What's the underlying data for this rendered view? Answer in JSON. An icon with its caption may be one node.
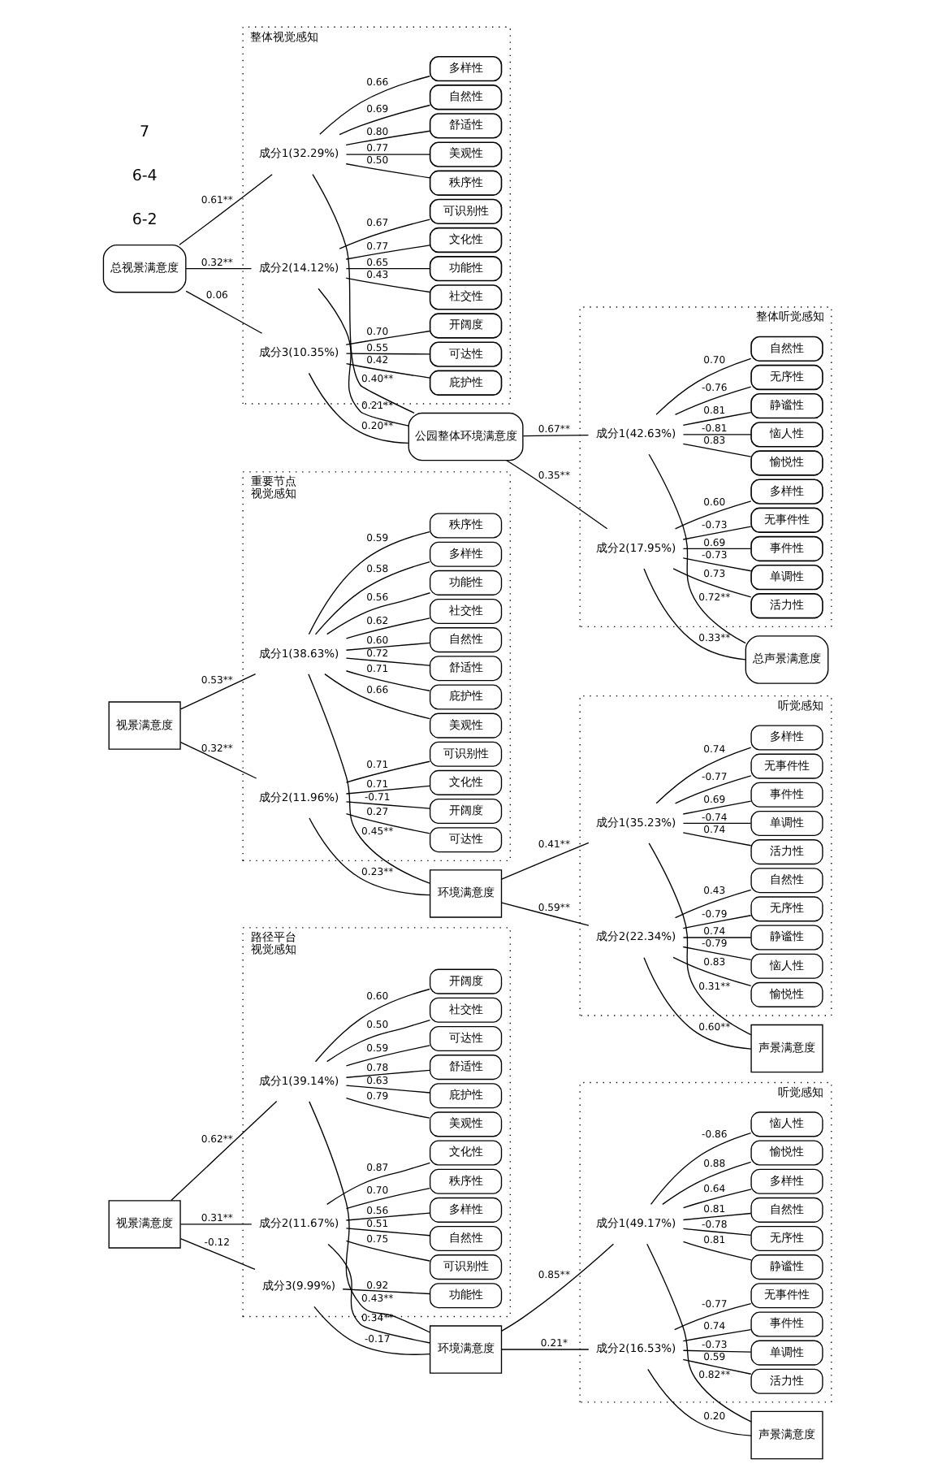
{
  "diagram": {
    "nodes": [
      {
        "text": [
          "视景满意度"
        ]
      },
      {
        "text": [
          "路径平台",
          "视觉感知"
        ]
      },
      {
        "text": [
          "成分1(39.14%)"
        ],
        "in": 1
      },
      {
        "text": [
          "美观性"
        ],
        "in": 1
      },
      {
        "text": [
          "庇护性"
        ],
        "in": 1
      },
      {
        "text": [
          "舒适性"
        ],
        "in": 1
      },
      {
        "text": [
          "可达性"
        ],
        "in": 1
      },
      {
        "text": [
          "社交性"
        ],
        "in": 1
      },
      {
        "text": [
          "开阔度"
        ],
        "in": 1
      },
      {
        "text": [
          "成分2(11.67%)"
        ],
        "in": 1
      },
      {
        "text": [
          "自然性"
        ],
        "in": 1
      },
      {
        "text": [
          "多样性"
        ],
        "in": 1
      },
      {
        "text": [
          "秩序性"
        ],
        "in": 1
      },
      {
        "text": [
          "文化性"
        ],
        "in": 1
      },
      {
        "text": [
          "可识别性"
        ],
        "in": 1
      },
      {
        "text": [
          "成分3(9.99%)"
        ],
        "in": 1
      },
      {
        "text": [
          "功能性"
        ],
        "in": 1
      },
      {
        "text": [
          "环境满意度"
        ]
      },
      {
        "text": [
          "听觉感知"
        ]
      },
      {
        "text": [
          "成分1(49.17%)"
        ],
        "in": 18
      },
      {
        "text": [
          "愉悦性"
        ],
        "in": 18
      },
      {
        "text": [
          "恼人性"
        ],
        "in": 18
      },
      {
        "text": [
          "静谧性"
        ],
        "in": 18
      },
      {
        "text": [
          "无序性"
        ],
        "in": 18
      },
      {
        "text": [
          "自然性"
        ],
        "in": 18
      },
      {
        "text": [
          "多样性"
        ],
        "in": 18
      },
      {
        "text": [
          "成分2(16.53%)"
        ],
        "in": 18
      },
      {
        "text": [
          "活力性"
        ],
        "in": 18
      },
      {
        "text": [
          "单调性"
        ],
        "in": 18
      },
      {
        "text": [
          "事件性"
        ],
        "in": 18
      },
      {
        "text": [
          "无事件性"
        ],
        "in": 18
      },
      {
        "text": [
          "声景满意度"
        ]
      },
      {
        "text": [
          "视景满意度"
        ]
      },
      {
        "text": [
          "重要节点",
          "视觉感知"
        ]
      },
      {
        "text": [
          "成分1(38.63%)"
        ],
        "in": 33
      },
      {
        "text": [
          "美观性"
        ],
        "in": 33
      },
      {
        "text": [
          "庇护性"
        ],
        "in": 33
      },
      {
        "text": [
          "舒适性"
        ],
        "in": 33
      },
      {
        "text": [
          "自然性"
        ],
        "in": 33
      },
      {
        "text": [
          "社交性"
        ],
        "in": 33
      },
      {
        "text": [
          "功能性"
        ],
        "in": 33
      },
      {
        "text": [
          "多样性"
        ],
        "in": 33
      },
      {
        "text": [
          "秩序性"
        ],
        "in": 33
      },
      {
        "text": [
          "成分2(11.96%)"
        ],
        "in": 33
      },
      {
        "text": [
          "可达性"
        ],
        "in": 33
      },
      {
        "text": [
          "开阔度"
        ],
        "in": 33
      },
      {
        "text": [
          "文化性"
        ],
        "in": 33
      },
      {
        "text": [
          "可识别性"
        ],
        "in": 33
      },
      {
        "text": [
          "环境满意度"
        ]
      },
      {
        "text": [
          "听觉感知"
        ]
      },
      {
        "text": [
          "成分1(35.23%)"
        ],
        "in": 49
      },
      {
        "text": [
          "活力性"
        ],
        "in": 49
      },
      {
        "text": [
          "单调性"
        ],
        "in": 49
      },
      {
        "text": [
          "事件性"
        ],
        "in": 49
      },
      {
        "text": [
          "无事件性"
        ],
        "in": 49
      },
      {
        "text": [
          "多样性"
        ],
        "in": 49
      },
      {
        "text": [
          "成分2(22.34%)"
        ],
        "in": 49
      },
      {
        "text": [
          "愉悦性"
        ],
        "in": 49
      },
      {
        "text": [
          "恼人性"
        ],
        "in": 49
      },
      {
        "text": [
          "静谧性"
        ],
        "in": 49
      },
      {
        "text": [
          "无序性"
        ],
        "in": 49
      },
      {
        "text": [
          "自然性"
        ],
        "in": 49
      },
      {
        "text": [
          "声景满意度"
        ]
      },
      {
        "text": [
          "总视景满意度"
        ]
      },
      {
        "text": [
          "整体视觉感知"
        ]
      },
      {
        "text": [
          "成分1(32.29%)"
        ],
        "in": 64
      },
      {
        "text": [
          "美观性"
        ],
        "in": 64
      },
      {
        "text": [
          "舒适性"
        ],
        "in": 64
      },
      {
        "text": [
          "自然性"
        ],
        "in": 64
      },
      {
        "text": [
          "多样性"
        ],
        "in": 64
      },
      {
        "text": [
          "秩序性"
        ],
        "in": 64
      },
      {
        "text": [
          "成分2(14.12%)"
        ],
        "in": 64
      },
      {
        "text": [
          "社交性"
        ],
        "in": 64
      },
      {
        "text": [
          "功能性"
        ],
        "in": 64
      },
      {
        "text": [
          "文化性"
        ],
        "in": 64
      },
      {
        "text": [
          "可识别性"
        ],
        "in": 64
      },
      {
        "text": [
          "成分3(10.35%)"
        ],
        "in": 64
      },
      {
        "text": [
          "庇护性"
        ],
        "in": 64
      },
      {
        "text": [
          "可达性"
        ],
        "in": 64
      },
      {
        "text": [
          "开阔度"
        ],
        "in": 64
      },
      {
        "text": [
          "公园整体环境满意度"
        ]
      },
      {
        "text": [
          "整体听觉感知"
        ]
      },
      {
        "text": [
          "成分1(42.63%)"
        ],
        "in": 81
      },
      {
        "text": [
          "愉悦性"
        ],
        "in": 81
      },
      {
        "text": [
          "恼人性"
        ],
        "in": 81
      },
      {
        "text": [
          "静谧性"
        ],
        "in": 81
      },
      {
        "text": [
          "无序性"
        ],
        "in": 81
      },
      {
        "text": [
          "自然性"
        ],
        "in": 81
      },
      {
        "text": [
          "成分2(17.95%)"
        ],
        "in": 81
      },
      {
        "text": [
          "活力性"
        ],
        "in": 81
      },
      {
        "text": [
          "单调性"
        ],
        "in": 81
      },
      {
        "text": [
          "事件性"
        ],
        "in": 81
      },
      {
        "text": [
          "无事件性"
        ],
        "in": 81
      },
      {
        "text": [
          "多样性"
        ],
        "in": 81
      },
      {
        "text": [
          "总声景满意度"
        ]
      }
    ],
    "edges": [
      {
        "from": 0,
        "to": 2,
        "arrow": "none",
        "label": "0.62**"
      },
      {
        "from": 0,
        "to": 9,
        "arrow": "none",
        "label": "0.31**"
      },
      {
        "from": 0,
        "to": 15,
        "arrow": "none",
        "label": "-0.12"
      },
      {
        "from": 2,
        "to": 3,
        "arrow": "none",
        "label": "0.79"
      },
      {
        "from": 2,
        "to": 4,
        "arrow": "none",
        "label": "0.63"
      },
      {
        "from": 2,
        "to": 5,
        "arrow": "none",
        "label": "0.78"
      },
      {
        "from": 2,
        "to": 6,
        "arrow": "none",
        "label": "0.59"
      },
      {
        "from": 2,
        "to": 7,
        "arrow": "none",
        "label": "0.50"
      },
      {
        "from": 2,
        "to": 8,
        "arrow": "none",
        "label": "0.60"
      },
      {
        "from": 9,
        "to": 10,
        "arrow": "none",
        "label": "0.51"
      },
      {
        "from": 9,
        "to": 11,
        "arrow": "none",
        "label": "0.56"
      },
      {
        "from": 9,
        "to": 12,
        "arrow": "none",
        "label": "0.70"
      },
      {
        "from": 9,
        "to": 13,
        "arrow": "none",
        "label": "0.87"
      },
      {
        "from": 9,
        "to": 14,
        "arrow": "none",
        "label": "0.75"
      },
      {
        "from": 15,
        "to": 16,
        "arrow": "none",
        "label": "0.92"
      },
      {
        "from": 2,
        "to": 17,
        "arrow": "none",
        "label": "0.43**"
      },
      {
        "from": 9,
        "to": 17,
        "arrow": "none",
        "label": "0.34**"
      },
      {
        "from": 15,
        "to": 17,
        "arrow": "none",
        "label": "-0.17"
      },
      {
        "from": 17,
        "to": 19,
        "arrow": "none",
        "label": "0.85**"
      },
      {
        "from": 17,
        "to": 26,
        "arrow": "none",
        "label": "0.21*"
      },
      {
        "from": 19,
        "to": 20,
        "arrow": "none",
        "label": "0.88"
      },
      {
        "from": 19,
        "to": 21,
        "arrow": "none",
        "label": "-0.86"
      },
      {
        "from": 19,
        "to": 22,
        "arrow": "none",
        "label": "0.81"
      },
      {
        "from": 19,
        "to": 23,
        "arrow": "none",
        "label": "-0.78"
      },
      {
        "from": 19,
        "to": 24,
        "arrow": "none",
        "label": "0.81"
      },
      {
        "from": 19,
        "to": 25,
        "arrow": "none",
        "label": "0.64"
      },
      {
        "from": 26,
        "to": 27,
        "arrow": "none",
        "label": "0.59"
      },
      {
        "from": 26,
        "to": 28,
        "arrow": "none",
        "label": "-0.73"
      },
      {
        "from": 26,
        "to": 29,
        "arrow": "none",
        "label": "0.74"
      },
      {
        "from": 26,
        "to": 30,
        "arrow": "none",
        "label": "-0.77"
      },
      {
        "from": 19,
        "to": 31,
        "arrow": "none",
        "label": "0.82**"
      },
      {
        "from": 26,
        "to": 31,
        "arrow": "none",
        "label": "0.20"
      },
      {
        "from": 32,
        "to": 34,
        "arrow": "none",
        "label": "0.53**"
      },
      {
        "from": 32,
        "to": 43,
        "arrow": "none",
        "label": "0.32**"
      },
      {
        "from": 34,
        "to": 35,
        "arrow": "none",
        "label": "0.66"
      },
      {
        "from": 34,
        "to": 36,
        "arrow": "none",
        "label": "0.71"
      },
      {
        "from": 34,
        "to": 37,
        "arrow": "none",
        "label": "0.72"
      },
      {
        "from": 34,
        "to": 38,
        "arrow": "none",
        "label": "0.60"
      },
      {
        "from": 34,
        "to": 39,
        "arrow": "none",
        "label": "0.62"
      },
      {
        "from": 34,
        "to": 40,
        "arrow": "none",
        "label": "0.56"
      },
      {
        "from": 34,
        "to": 41,
        "arrow": "none",
        "label": "0.58"
      },
      {
        "from": 34,
        "to": 42,
        "arrow": "none",
        "label": "0.59"
      },
      {
        "from": 43,
        "to": 44,
        "arrow": "none",
        "label": "0.27"
      },
      {
        "from": 43,
        "to": 45,
        "arrow": "none",
        "label": "-0.71"
      },
      {
        "from": 43,
        "to": 46,
        "arrow": "none",
        "label": "0.71"
      },
      {
        "from": 43,
        "to": 47,
        "arrow": "none",
        "label": "0.71"
      },
      {
        "from": 34,
        "to": 48,
        "arrow": "none",
        "label": "0.45**"
      },
      {
        "from": 43,
        "to": 48,
        "arrow": "none",
        "label": "0.23**"
      },
      {
        "from": 48,
        "to": 50,
        "arrow": "none",
        "label": "0.41**"
      },
      {
        "from": 48,
        "to": 56,
        "arrow": "none",
        "label": "0.59**"
      },
      {
        "from": 50,
        "to": 51,
        "arrow": "none",
        "label": "0.74"
      },
      {
        "from": 50,
        "to": 52,
        "arrow": "none",
        "label": "-0.74"
      },
      {
        "from": 50,
        "to": 53,
        "arrow": "none",
        "label": "0.69"
      },
      {
        "from": 50,
        "to": 54,
        "arrow": "none",
        "label": "-0.77"
      },
      {
        "from": 50,
        "to": 55,
        "arrow": "none",
        "label": "0.74"
      },
      {
        "from": 56,
        "to": 57,
        "arrow": "none",
        "label": "0.83"
      },
      {
        "from": 56,
        "to": 58,
        "arrow": "none",
        "label": "-0.79"
      },
      {
        "from": 56,
        "to": 59,
        "arrow": "none",
        "label": "0.74"
      },
      {
        "from": 56,
        "to": 60,
        "arrow": "none",
        "label": "-0.79"
      },
      {
        "from": 56,
        "to": 61,
        "arrow": "none",
        "label": "0.43"
      },
      {
        "from": 50,
        "to": 62,
        "arrow": "none",
        "label": "0.31**"
      },
      {
        "from": 56,
        "to": 62,
        "arrow": "none",
        "label": "0.60**"
      },
      {
        "from": 63,
        "to": 65,
        "arrow": "none",
        "label": "0.61**"
      },
      {
        "from": 63,
        "to": 71,
        "arrow": "none",
        "label": "0.32**"
      },
      {
        "from": 63,
        "to": 76,
        "arrow": "none",
        "label": "0.06"
      },
      {
        "from": 65,
        "to": 66,
        "arrow": "none",
        "label": "0.77"
      },
      {
        "from": 65,
        "to": 67,
        "arrow": "none",
        "label": "0.80"
      },
      {
        "from": 65,
        "to": 68,
        "arrow": "none",
        "label": "0.69"
      },
      {
        "from": 65,
        "to": 69,
        "arrow": "none",
        "label": "0.66"
      },
      {
        "from": 65,
        "to": 70,
        "arrow": "none",
        "label": "0.50"
      },
      {
        "from": 71,
        "to": 72,
        "arrow": "none",
        "label": "0.43"
      },
      {
        "from": 71,
        "to": 73,
        "arrow": "none",
        "label": "0.65"
      },
      {
        "from": 71,
        "to": 74,
        "arrow": "none",
        "label": "0.77"
      },
      {
        "from": 71,
        "to": 75,
        "arrow": "none",
        "label": "0.67"
      },
      {
        "from": 76,
        "to": 77,
        "arrow": "none",
        "label": "0.42"
      },
      {
        "from": 76,
        "to": 78,
        "arrow": "none",
        "label": "0.55"
      },
      {
        "from": 76,
        "to": 79,
        "arrow": "none",
        "label": "0.70"
      },
      {
        "from": 65,
        "to": 80,
        "arrow": "none",
        "label": "0.40**"
      },
      {
        "from": 71,
        "to": 80,
        "arrow": "none",
        "label": "0.21**"
      },
      {
        "from": 76,
        "to": 80,
        "arrow": "none",
        "label": "0.20**"
      },
      {
        "from": 80,
        "to": 82,
        "arrow": "none",
        "label": "0.67**"
      },
      {
        "from": 80,
        "to": 88,
        "arrow": "none",
        "label": "0.35**"
      },
      {
        "from": 82,
        "to": 83,
        "arrow": "none",
        "label": "0.83"
      },
      {
        "from": 82,
        "to": 84,
        "arrow": "none",
        "label": "-0.81"
      },
      {
        "from": 82,
        "to": 85,
        "arrow": "none",
        "label": "0.81"
      },
      {
        "from": 82,
        "to": 86,
        "arrow": "none",
        "label": "-0.76"
      },
      {
        "from": 82,
        "to": 87,
        "arrow": "none",
        "label": "0.70"
      },
      {
        "from": 88,
        "to": 89,
        "arrow": "none",
        "label": "0.73"
      },
      {
        "from": 88,
        "to": 90,
        "arrow": "none",
        "label": "-0.73"
      },
      {
        "from": 88,
        "to": 91,
        "arrow": "none",
        "label": "0.69"
      },
      {
        "from": 88,
        "to": 92,
        "arrow": "none",
        "label": "-0.73"
      },
      {
        "from": 88,
        "to": 93,
        "arrow": "none",
        "label": "0.60"
      },
      {
        "from": 82,
        "to": 94,
        "arrow": "none",
        "label": "0.72**"
      },
      {
        "from": 88,
        "to": 94,
        "arrow": "none",
        "label": "0.33**"
      }
    ],
    "labels": [
      "6-2",
      "6-4",
      "7"
    ]
  }
}
